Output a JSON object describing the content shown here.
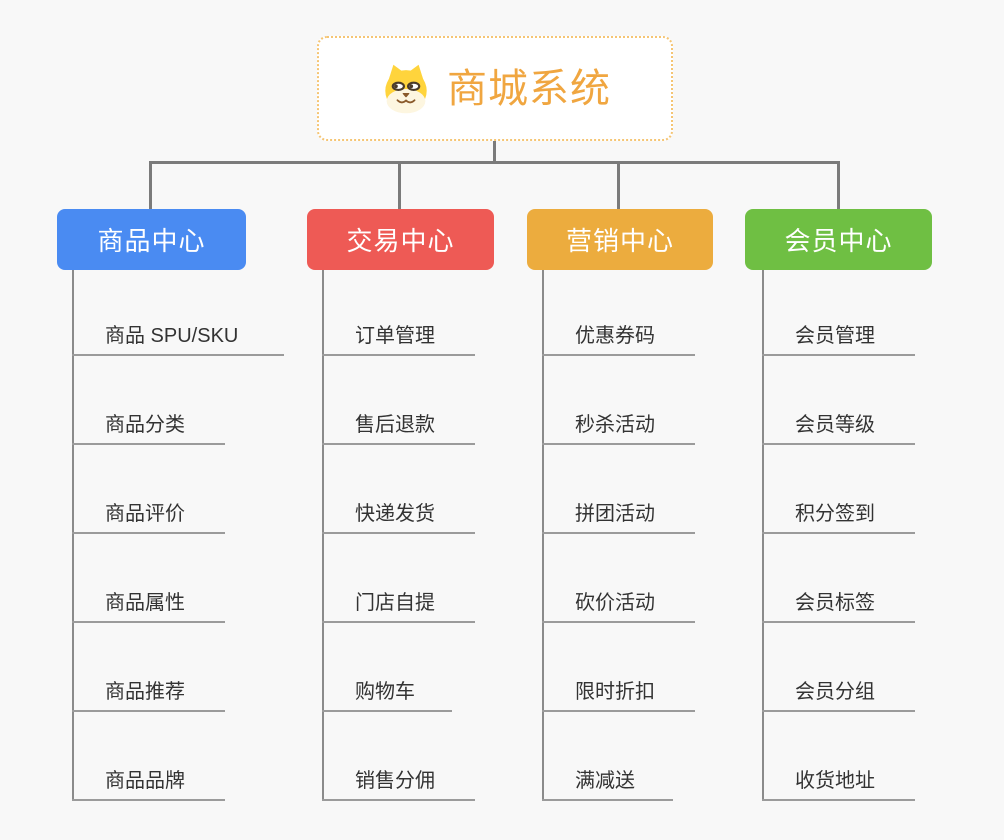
{
  "page": {
    "background": "#f8f8f8"
  },
  "root": {
    "title": "商城系统",
    "title_color": "#f0a640",
    "border_color": "#f5c574",
    "icon": "dog-face-icon"
  },
  "connectors": {
    "bus_color": "#7b7b7b",
    "branch_line_color": "#8b8b8b",
    "underline_color": "#9b9b9b"
  },
  "branches": [
    {
      "label": "商品中心",
      "color": "#4a8bf2",
      "items": [
        "商品 SPU/SKU",
        "商品分类",
        "商品评价",
        "商品属性",
        "商品推荐",
        "商品品牌"
      ]
    },
    {
      "label": "交易中心",
      "color": "#ee5a55",
      "items": [
        "订单管理",
        "售后退款",
        "快递发货",
        "门店自提",
        "购物车",
        "销售分佣"
      ]
    },
    {
      "label": "营销中心",
      "color": "#ecac3e",
      "items": [
        "优惠券码",
        "秒杀活动",
        "拼团活动",
        "砍价活动",
        "限时折扣",
        "满减送"
      ]
    },
    {
      "label": "会员中心",
      "color": "#6fbf43",
      "items": [
        "会员管理",
        "会员等级",
        "积分签到",
        "会员标签",
        "会员分组",
        "收货地址"
      ]
    }
  ]
}
